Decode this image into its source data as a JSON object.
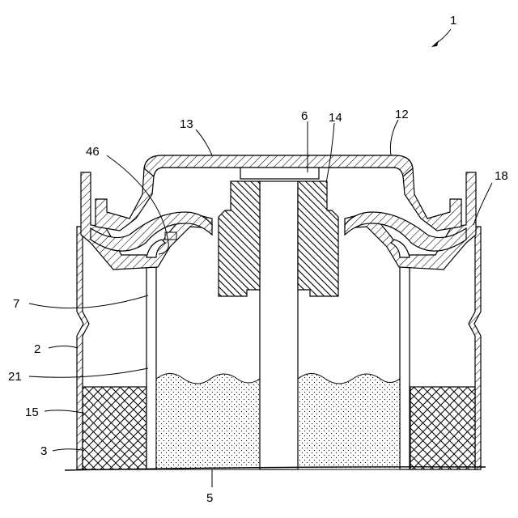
{
  "figure": {
    "reference_numeral": "1",
    "labels": {
      "n2": "2",
      "n3": "3",
      "n5": "5",
      "n6": "6",
      "n7": "7",
      "n12": "12",
      "n13": "13",
      "n14": "14",
      "n15": "15",
      "n18": "18",
      "n21": "21",
      "n46": "46"
    }
  }
}
